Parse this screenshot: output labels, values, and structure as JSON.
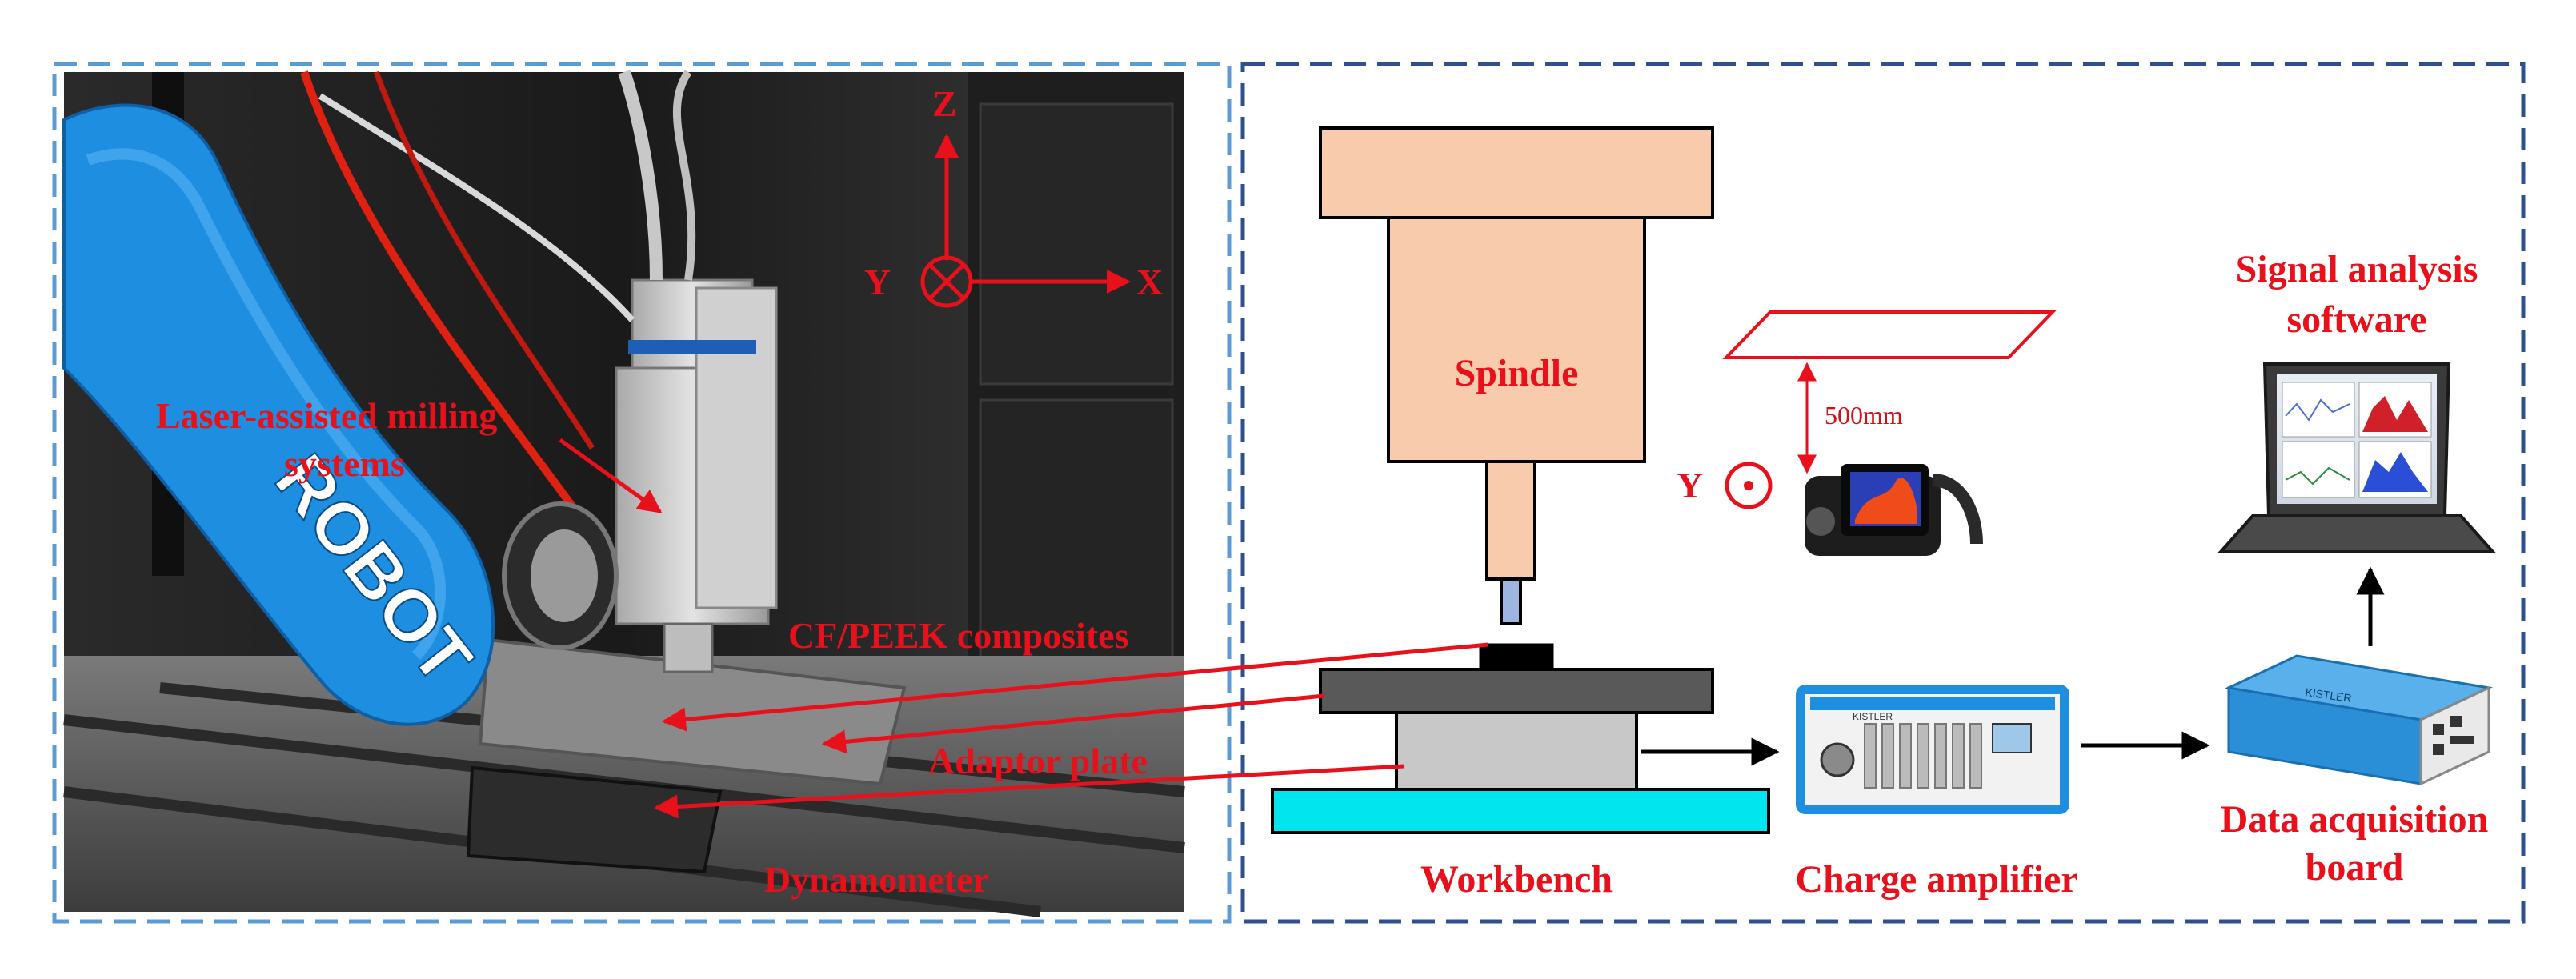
{
  "left_panel": {
    "axes": {
      "z": "Z",
      "x": "X",
      "y": "Y"
    },
    "labels": {
      "laser_line1": "Laser-assisted milling",
      "laser_line2": "systems",
      "composites": "CF/PEEK composites",
      "adaptor": "Adaptor plate",
      "dynamometer": "Dynamometer",
      "robot_brand": "ROBOT"
    }
  },
  "right_panel": {
    "spindle": "Spindle",
    "workbench": "Workbench",
    "distance": "500mm",
    "y_axis": "Y",
    "charge_amplifier": "Charge amplifier",
    "daq_line1": "Data acquisition",
    "daq_line2": "board",
    "software_line1": "Signal analysis",
    "software_line2": "software",
    "kistler": "KISTLER"
  },
  "colors": {
    "label_red": "#e8111b",
    "left_border": "#5b9bd5",
    "right_border": "#2f4f8f",
    "spindle_fill": "#f8cbad",
    "tool_fill": "#9db6e0",
    "workbench_fill": "#00e5ee",
    "adaptor_fill": "#595959",
    "dynamometer_fill": "#c8c8c8",
    "robot_blue": "#1e8fe0",
    "daq_blue": "#2a8fd6"
  }
}
